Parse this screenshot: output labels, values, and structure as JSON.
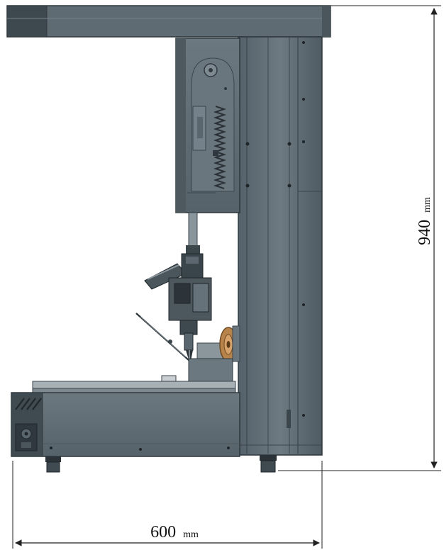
{
  "dimensions": {
    "width": {
      "value": "600",
      "unit": "mm"
    },
    "height": {
      "value": "940",
      "unit": "mm"
    }
  },
  "colors": {
    "machine_body": "#5f6b73",
    "machine_dark": "#3b454c",
    "machine_light": "#8a959c",
    "dimension_line": "#222222",
    "copper_spool": "#b8834a"
  },
  "icons": [
    "soldering-iron-icon",
    "wire-spool-icon",
    "power-socket-icon"
  ]
}
